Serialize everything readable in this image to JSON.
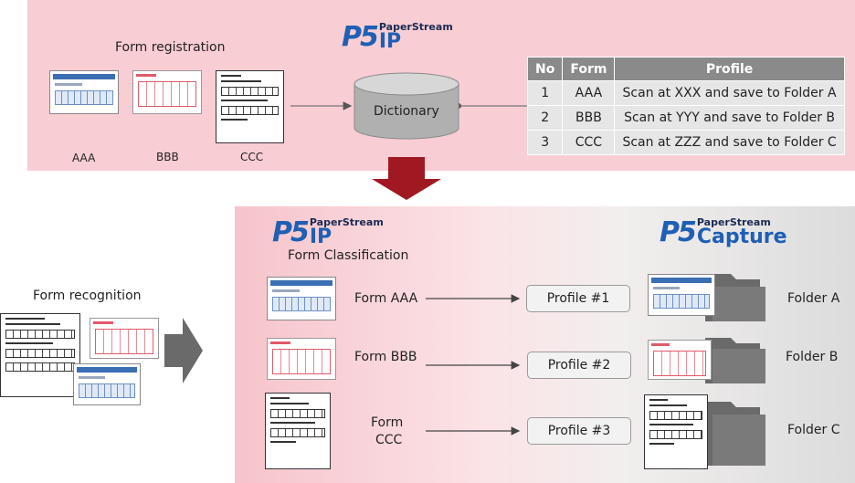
{
  "logos": {
    "ps_mark": "P5",
    "paperstream": "PaperStream",
    "ip": "IP",
    "capture": "Capture"
  },
  "registration": {
    "title": "Form registration",
    "forms": [
      "AAA",
      "BBB",
      "CCC"
    ],
    "dictionary": "Dictionary"
  },
  "table": {
    "headers": [
      "No",
      "Form",
      "Profile"
    ],
    "rows": [
      {
        "no": "1",
        "form": "AAA",
        "profile": "Scan at XXX and save to Folder A"
      },
      {
        "no": "2",
        "form": "BBB",
        "profile": "Scan at YYY and save to Folder B"
      },
      {
        "no": "3",
        "form": "CCC",
        "profile": "Scan at ZZZ and save to Folder C"
      }
    ]
  },
  "recognition": {
    "title": "Form recognition",
    "classification_title": "Form Classification",
    "items": [
      {
        "form": "Form AAA",
        "profile": "Profile #1",
        "folder": "Folder A"
      },
      {
        "form": "Form BBB",
        "profile": "Profile #2",
        "folder": "Folder B"
      },
      {
        "form_line1": "Form",
        "form_line2": "CCC",
        "profile": "Profile #3",
        "folder": "Folder C"
      }
    ]
  },
  "colors": {
    "top_panel": "#f8cdd3",
    "arrow_red": "#a01822",
    "arrow_gray": "#6a6a6a",
    "brand_blue": "#1f5fb4"
  }
}
